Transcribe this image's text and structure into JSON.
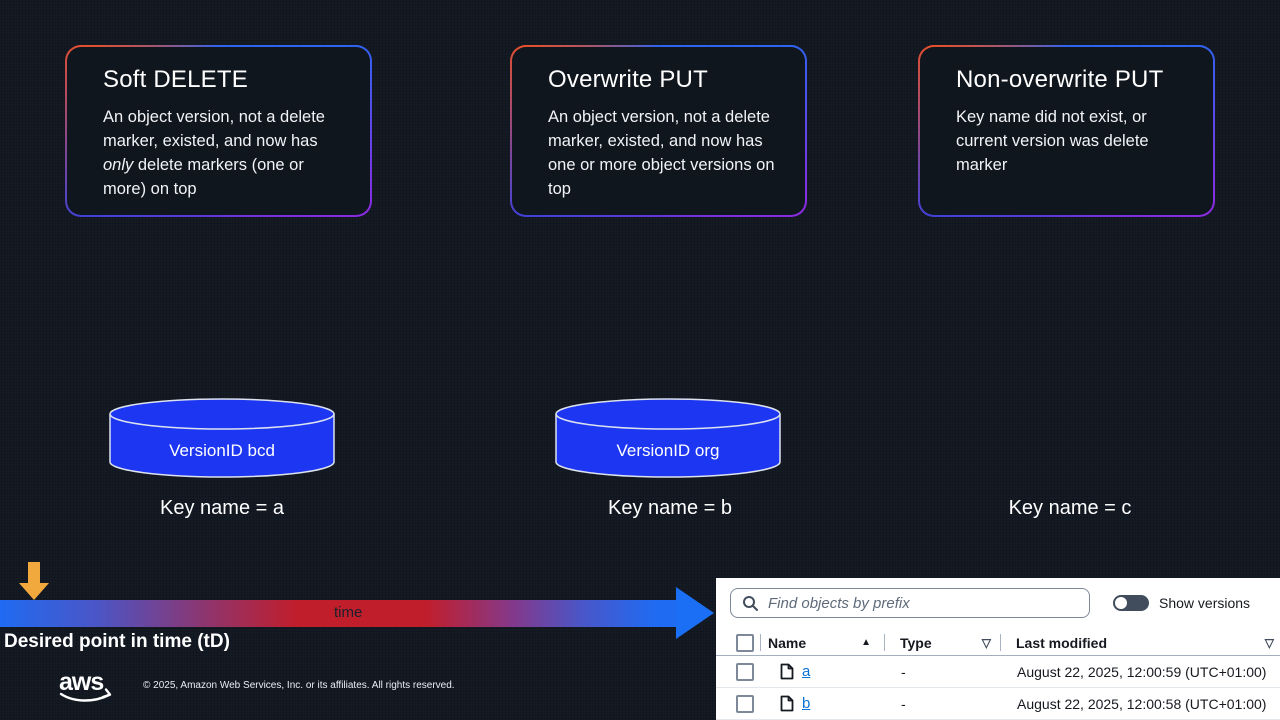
{
  "slide": {
    "cards": [
      {
        "title": "Soft DELETE",
        "body_pre": "An object version, not a delete marker, existed, and now has ",
        "body_italic": "only",
        "body_post": " delete markers (one or more) on top"
      },
      {
        "title": "Overwrite PUT",
        "body": "An object version, not a delete marker, existed, and now has one or more object versions on top"
      },
      {
        "title": "Non-overwrite PUT",
        "body": "Key name did not exist, or current version was delete marker"
      }
    ],
    "cylinders": [
      {
        "version_label": "VersionID bcd",
        "key_name": "Key name = a"
      },
      {
        "version_label": "VersionID org",
        "key_name": "Key name = b"
      },
      {
        "version_label": "",
        "key_name": "Key name = c"
      }
    ],
    "timeline": {
      "axis_label": "time",
      "marker_caption": "Desired point in time (tD)"
    },
    "footer": {
      "logo": "aws",
      "copyright": "© 2025, Amazon Web Services, Inc. or its affiliates. All rights reserved."
    }
  },
  "console": {
    "search": {
      "placeholder": "Find objects by prefix"
    },
    "show_versions_label": "Show versions",
    "table": {
      "columns": [
        {
          "label": "Name"
        },
        {
          "label": "Type"
        },
        {
          "label": "Last modified"
        }
      ],
      "rows": [
        {
          "name": "a",
          "type": "-",
          "last_modified": "August 22, 2025, 12:00:59 (UTC+01:00)"
        },
        {
          "name": "b",
          "type": "-",
          "last_modified": "August 22, 2025, 12:00:58 (UTC+01:00)"
        }
      ]
    }
  },
  "icons": {
    "sort_ascending": "▲",
    "filter": "▽"
  },
  "colors": {
    "background": "#151b25",
    "card_bg": "#10161e",
    "card_border_orange": "#e4502d",
    "card_border_blue": "#2f63f0",
    "card_border_purple": "#8a2be2",
    "cylinder_blue": "#1c36f2",
    "timeline_blue": "#1f6bf2",
    "timeline_red": "#c11e2b",
    "marker_orange": "#f1a83c",
    "link_blue": "#0972d3",
    "toggle_bg": "#414d5c"
  }
}
